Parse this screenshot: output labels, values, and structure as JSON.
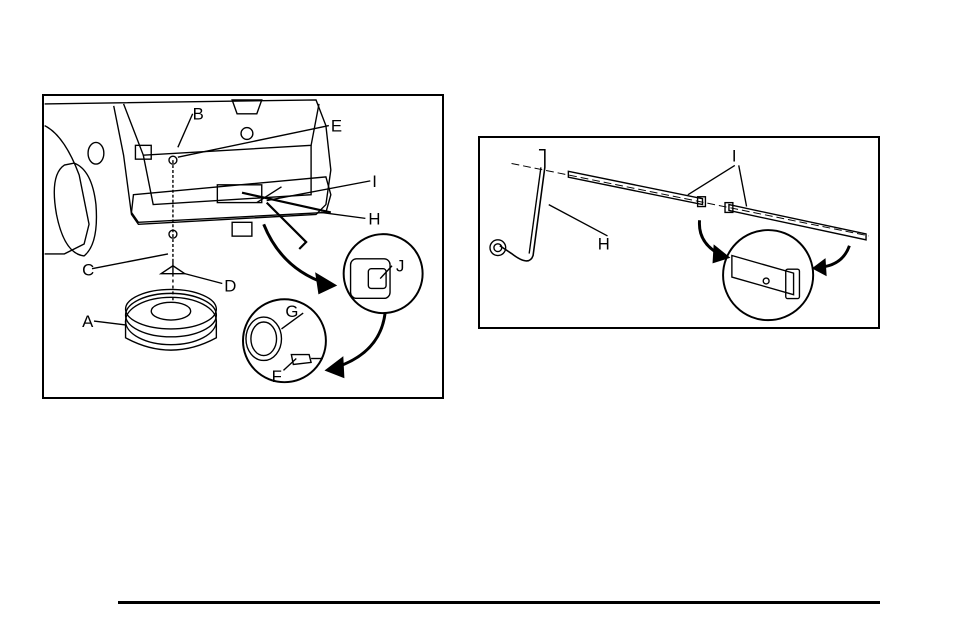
{
  "left_figure": {
    "labels": {
      "A": "A",
      "B": "B",
      "C": "C",
      "D": "D",
      "E": "E",
      "F": "F",
      "G": "G",
      "H": "H",
      "I": "I",
      "J": "J"
    }
  },
  "right_figure": {
    "labels": {
      "H": "H",
      "I": "I"
    }
  },
  "colors": {
    "line": "#000000",
    "background": "#ffffff"
  }
}
